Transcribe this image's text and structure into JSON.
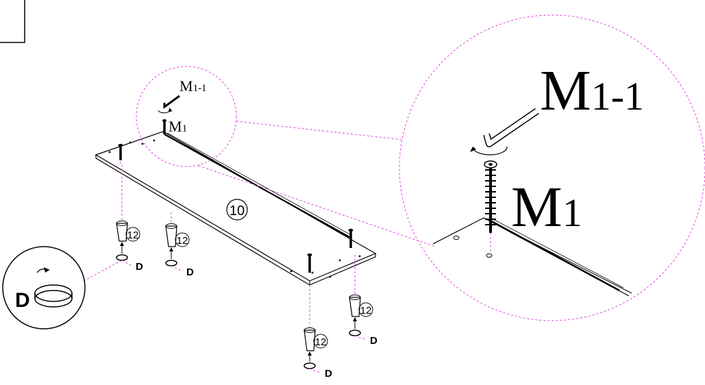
{
  "labels": {
    "main_panel": "10",
    "leg": "12",
    "foot_pad": "D",
    "screw": "M",
    "screw_sub": "1",
    "hex_key": "M",
    "hex_key_sub": "1-1"
  },
  "colors": {
    "guide": "#e040e0",
    "ink": "#000000",
    "background": "#ffffff"
  },
  "icons": [
    "hex-key-icon",
    "screw-icon",
    "leg-icon",
    "foot-pad-icon",
    "rotate-arrow-icon"
  ]
}
